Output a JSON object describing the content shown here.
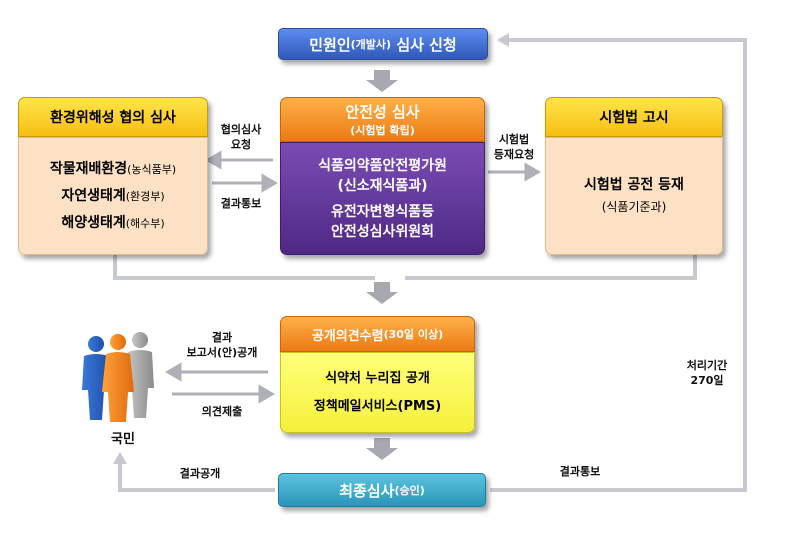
{
  "colors": {
    "blue": "#3f6fcf",
    "orange": "#f08a24",
    "purple": "#5b3394",
    "yellow": "#ffd42a",
    "peach": "#fce1c4",
    "lightyellow": "#ffff66",
    "teal": "#35a8c9",
    "connector": "#c0c0c8"
  },
  "top": {
    "main": "민원인",
    "sub": "(개발사)",
    "rest": "심사 신청"
  },
  "safety": {
    "title": "안전성 심사",
    "title_sub": "(시험법 확립)",
    "line1": "식품의약품안전평가원",
    "line2": "(신소재식품과)",
    "line3": "유전자변형식품등",
    "line4": "안전성심사위원회"
  },
  "env": {
    "title": "환경위해성 협의 심사",
    "items": [
      {
        "main": "작물재배환경",
        "sub": "(농식품부)"
      },
      {
        "main": "자연생태계",
        "sub": "(환경부)"
      },
      {
        "main": "해양생태계",
        "sub": "(해수부)"
      }
    ]
  },
  "test": {
    "title": "시험법 고시",
    "line1": "시험법 공전 등재",
    "line2": "(식품기준과)"
  },
  "public": {
    "title": "공개의견수렴",
    "title_sub": "(30일 이상)",
    "line1": "식약처 누리집 공개",
    "line2": "정책메일서비스(PMS)"
  },
  "final": {
    "main": "최종심사",
    "sub": "(승인)"
  },
  "citizen": "국민",
  "labels": {
    "consult_request_1": "협의심사",
    "consult_request_2": "요청",
    "consult_result": "결과통보",
    "test_request_1": "시험법",
    "test_request_2": "등재요청",
    "report_1": "결과",
    "report_2": "보고서(안)공개",
    "opinion": "의견제출",
    "result_public": "결과공개",
    "result_notify": "결과통보",
    "period_1": "처리기간",
    "period_2": "270일"
  },
  "icons": {
    "down_arrow": "down-arrow-icon",
    "people": "people-icon"
  }
}
